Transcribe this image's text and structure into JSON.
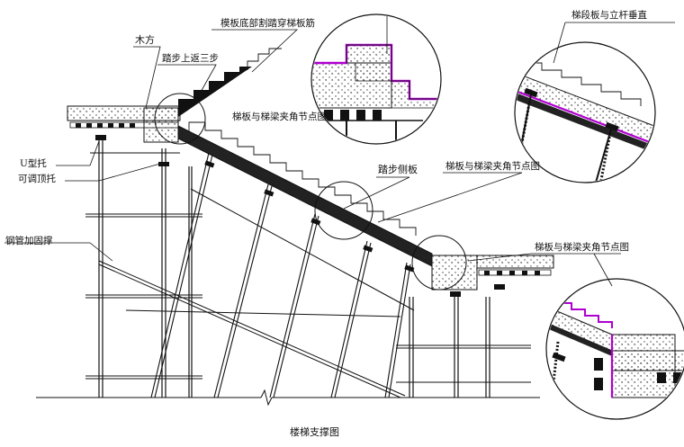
{
  "labels": {
    "formwork_bottom": "模板底部割踏穿梯板筋",
    "timber": "木方",
    "step_offset": "踏步上返三步",
    "node_top": "梯板与梯梁夹角节点图",
    "u_bracket": "U型托",
    "adjustable_top": "可调顶托",
    "steel_brace": "钢管加固撑",
    "tread_side": "踏步侧板",
    "node_mid": "梯板与梯梁夹角节点图",
    "vertical_align": "梯段板与立杆垂直",
    "node_right": "梯板与梯梁夹角节点图",
    "caption": "楼梯支撑图"
  },
  "colors": {
    "line": "#111111",
    "formwork_accent": "#b000d0",
    "slab_fill": "#ffffff"
  }
}
